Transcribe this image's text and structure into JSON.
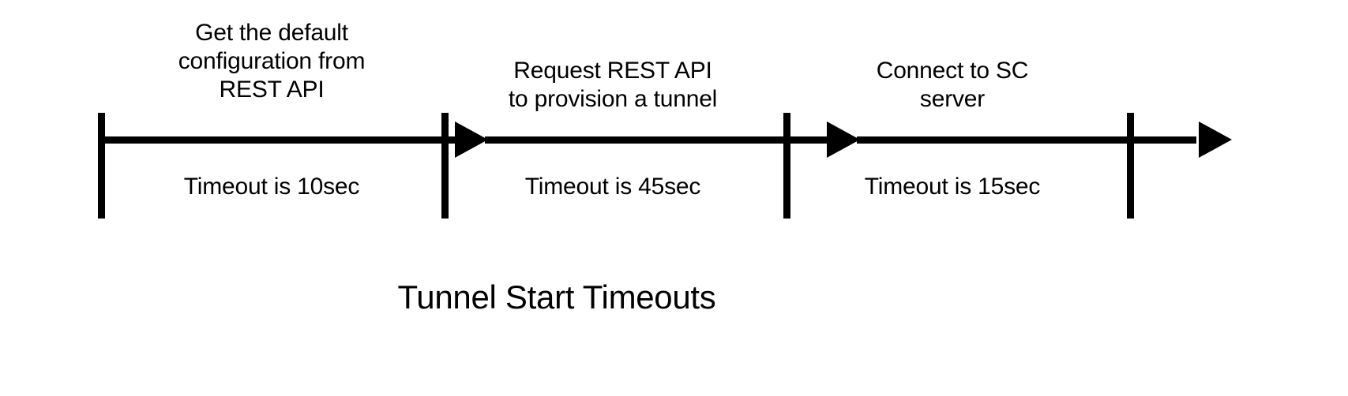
{
  "diagram": {
    "title": "Tunnel Start Timeouts",
    "type": "timeline",
    "orientation": "horizontal",
    "line_color": "#000000",
    "background_color": "#ffffff",
    "segments": [
      {
        "index": 1,
        "top_label_lines": [
          "Get the default",
          "configuration from",
          "REST API"
        ],
        "bottom_label": "Timeout is 10sec",
        "timeout_value": 10,
        "timeout_unit": "sec"
      },
      {
        "index": 2,
        "top_label_lines": [
          "Request REST API",
          "to provision a tunnel"
        ],
        "bottom_label": "Timeout is 45sec",
        "timeout_value": 45,
        "timeout_unit": "sec"
      },
      {
        "index": 3,
        "top_label_lines": [
          "Connect to SC",
          "server"
        ],
        "bottom_label": "Timeout is 15sec",
        "timeout_value": 15,
        "timeout_unit": "sec"
      }
    ]
  }
}
